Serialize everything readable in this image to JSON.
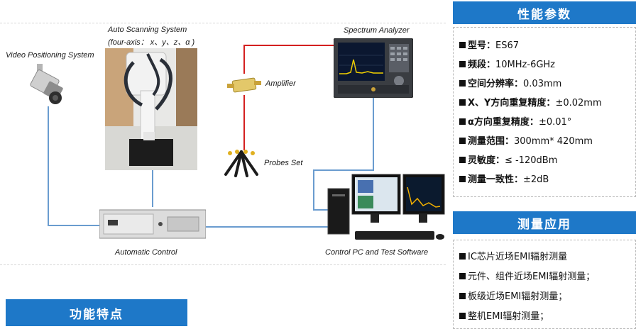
{
  "diagram": {
    "labels": {
      "video_positioning": "Video Positioning System",
      "auto_scanning_line1": "Auto Scanning System",
      "auto_scanning_line2": "(four-axis： x、y、z、α )",
      "spectrum_analyzer": "Spectrum Analyzer",
      "amplifier": "Amplifier",
      "probes_set": "Probes Set",
      "automatic_control": "Automatic Control",
      "control_pc": "Control PC and Test Software"
    },
    "colors": {
      "rf_line": "#d42020",
      "ctrl_line": "#6a9ccf"
    }
  },
  "specs": {
    "title": "性能参数",
    "items": [
      {
        "key": "型号：",
        "value": "ES67"
      },
      {
        "key": "频段：",
        "value": "10MHz-6GHz"
      },
      {
        "key": "空间分辨率：",
        "value": "0.03mm"
      },
      {
        "key": "X、Y方向重复精度：",
        "value": "±0.02mm"
      },
      {
        "key": "α方向重复精度：",
        "value": "±0.01°"
      },
      {
        "key": "测量范围：",
        "value": "300mm* 420mm"
      },
      {
        "key": "灵敏度：",
        "value": "≤ -120dBm"
      },
      {
        "key": "测量一致性：",
        "value": "±2dB"
      }
    ]
  },
  "applications": {
    "title": "测量应用",
    "items": [
      "IC芯片近场EMI辐射测量",
      "元件、组件近场EMI辐射测量；",
      "板级近场EMI辐射测量；",
      "整机EMI辐射测量；"
    ]
  },
  "features": {
    "title": "功能特点"
  }
}
